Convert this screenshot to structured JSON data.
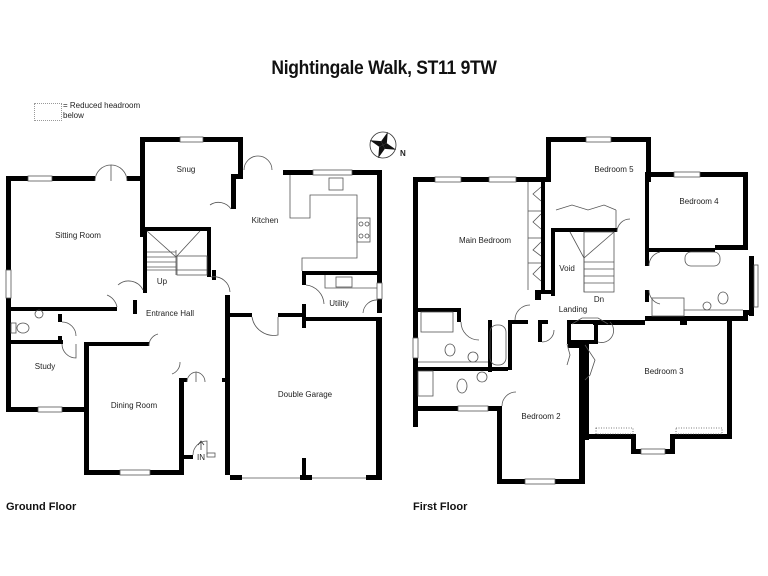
{
  "title": "Nightingale Walk, ST11 9TW",
  "legend": {
    "symbol": "dotted-rectangle",
    "text": "= Reduced headroom below"
  },
  "compass": {
    "icon": "compass-rose-icon",
    "label": "N"
  },
  "floors": [
    {
      "name": "Ground Floor",
      "rooms": [
        {
          "label": "Snug"
        },
        {
          "label": "Kitchen"
        },
        {
          "label": "Sitting Room"
        },
        {
          "label": "Up"
        },
        {
          "label": "Entrance Hall"
        },
        {
          "label": "Utility"
        },
        {
          "label": "Study"
        },
        {
          "label": "Dining Room"
        },
        {
          "label": "Double Garage"
        },
        {
          "label": "IN"
        }
      ]
    },
    {
      "name": "First Floor",
      "rooms": [
        {
          "label": "Bedroom 5"
        },
        {
          "label": "Bedroom 4"
        },
        {
          "label": "Main Bedroom"
        },
        {
          "label": "Void"
        },
        {
          "label": "Dn"
        },
        {
          "label": "Landing"
        },
        {
          "label": "Bedroom 3"
        },
        {
          "label": "Bedroom 2"
        }
      ]
    }
  ],
  "colors": {
    "wall": "#000000",
    "line": "#555555",
    "background": "#ffffff"
  }
}
